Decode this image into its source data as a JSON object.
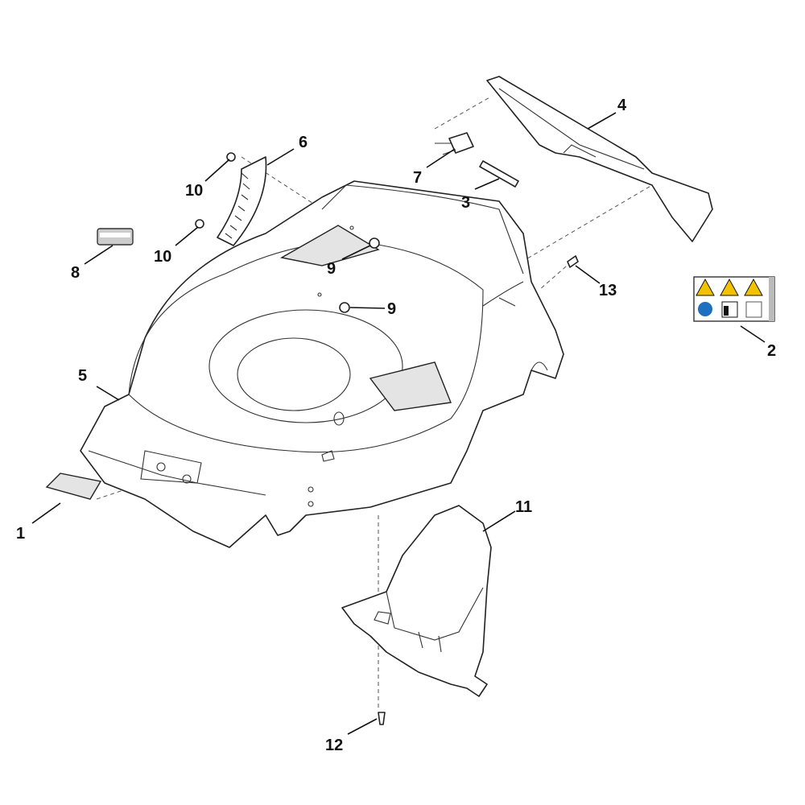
{
  "title": "Mower deck exploded parts diagram",
  "callouts": {
    "c1": "1",
    "c2": "2",
    "c3": "3",
    "c4": "4",
    "c5": "5",
    "c6": "6",
    "c7": "7",
    "c8": "8",
    "c9a": "9",
    "c9b": "9",
    "c10a": "10",
    "c10b": "10",
    "c11": "11",
    "c12": "12",
    "c13": "13"
  },
  "colors": {
    "warning_yellow": "#f2c200",
    "mandatory_blue": "#1f6fc0",
    "line": "#222222"
  }
}
